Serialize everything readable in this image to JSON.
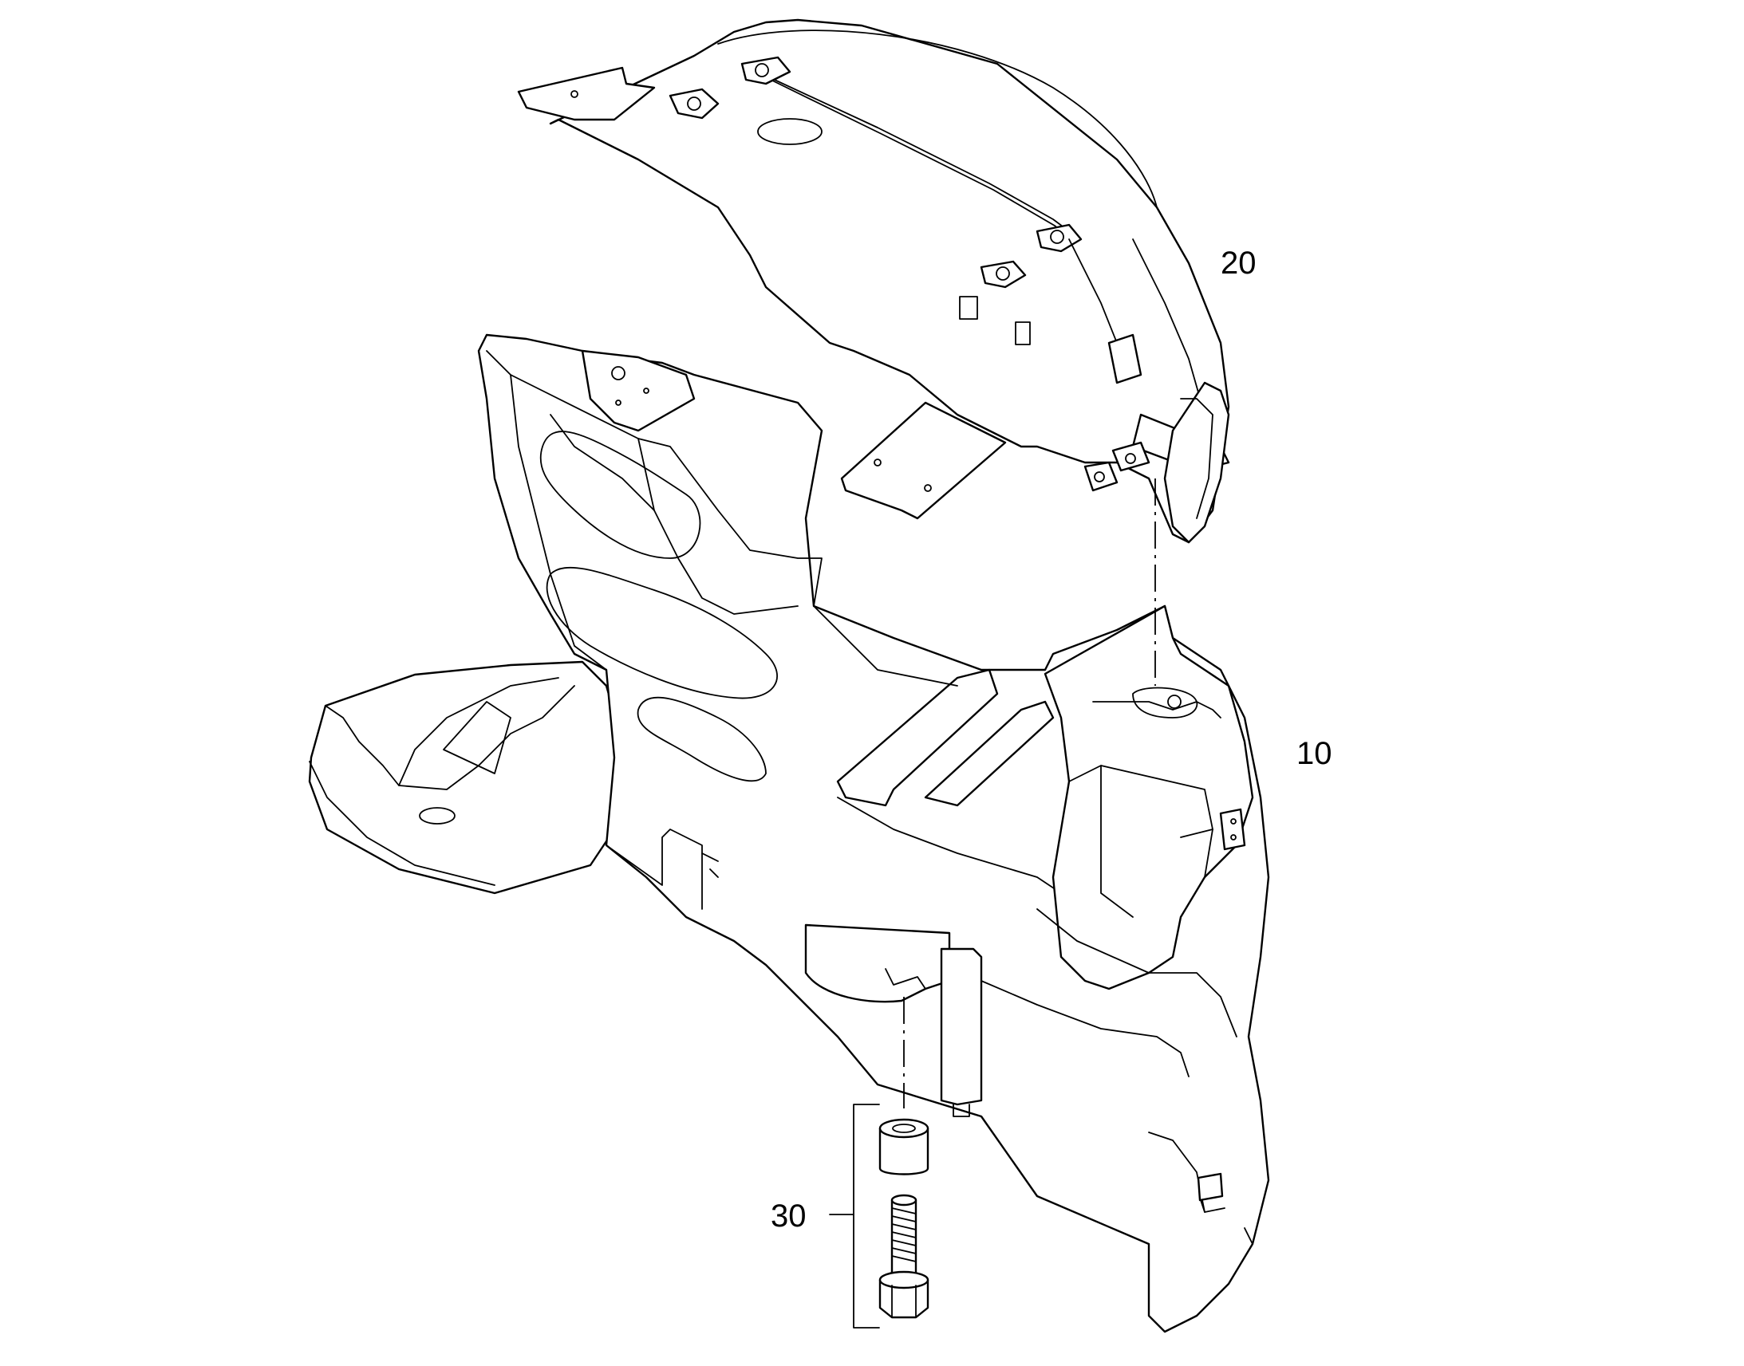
{
  "callouts": [
    {
      "id": "callout-10",
      "label": "10"
    },
    {
      "id": "callout-20",
      "label": "20"
    },
    {
      "id": "callout-30",
      "label": "30"
    }
  ],
  "colors": {
    "line": "#000000",
    "background": "#ffffff"
  }
}
